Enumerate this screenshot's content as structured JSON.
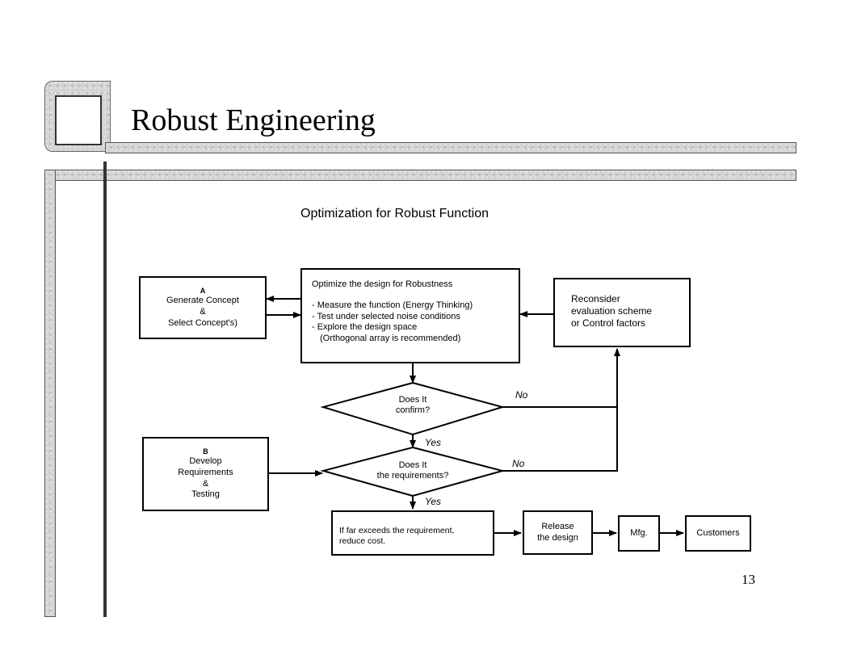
{
  "title": "Robust Engineering",
  "subtitle": "Optimization for Robust Function",
  "page_number": "13",
  "boxes": {
    "concept": {
      "tag": "A",
      "lines": [
        "Generate Concept",
        "&",
        "Select Concept's)"
      ]
    },
    "optimize": {
      "heading": "Optimize the design for Robustness",
      "items": [
        "- Measure the function (Energy Thinking)",
        "- Test under selected noise conditions",
        "- Explore the design space",
        "(Orthogonal array is recommended)"
      ]
    },
    "reconsider": {
      "lines": [
        "Reconsider",
        "evaluation scheme",
        "or Control factors"
      ]
    },
    "requirements": {
      "tag": "B",
      "lines": [
        "Develop",
        "Requirements",
        "&",
        "Testing"
      ]
    },
    "reduce_cost": {
      "lines": [
        "If far exceeds the requirement,",
        "reduce cost."
      ]
    },
    "release": {
      "lines": [
        "Release",
        "the design"
      ]
    },
    "mfg": {
      "label": "Mfg."
    },
    "customers": {
      "label": "Customers"
    }
  },
  "decisions": {
    "confirm": {
      "lines": [
        "Does It",
        "confirm?"
      ]
    },
    "requirements": {
      "lines": [
        "Does It",
        "the requirements?"
      ]
    }
  },
  "labels": {
    "no1": "No",
    "yes1": "Yes",
    "no2": "No",
    "yes2": "Yes"
  }
}
